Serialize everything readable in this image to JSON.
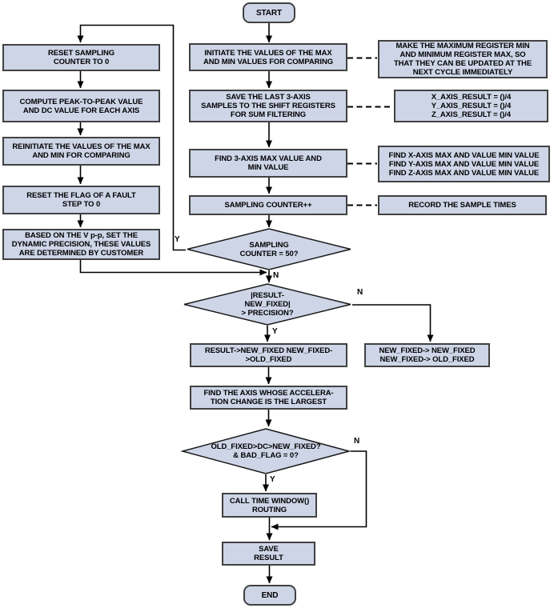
{
  "colors": {
    "node_fill": "#cdd5e7",
    "node_border": "#414141",
    "line": "#000000",
    "background": "#ffffff"
  },
  "nodes": {
    "start": {
      "label": "START"
    },
    "end": {
      "label": "END"
    },
    "init_max_min": {
      "label": "INITIATE THE VALUES OF THE MAX\nAND MIN VALUES FOR COMPARING"
    },
    "save_samples": {
      "label": "SAVE THE LAST 3-AXIS\nSAMPLES TO THE SHIFT REGISTERS\nFOR SUM FILTERING"
    },
    "find_max_min": {
      "label": "FIND 3-AXIS MAX VALUE AND\nMIN VALUE"
    },
    "sampling_counter_inc": {
      "label": "SAMPLING COUNTER++"
    },
    "decision_counter50": {
      "label": "SAMPLING\nCOUNTER = 50?"
    },
    "decision_precision": {
      "label": "|RESULT-\nNEW_FIXED|\n> PRECISION?"
    },
    "result_to_fixed": {
      "label": "RESULT->NEW_FIXED NEW_FIXED-\n>OLD_FIXED"
    },
    "find_axis_largest": {
      "label": "FIND THE AXIS WHOSE ACCELERA-\nTION CHANGE IS THE LARGEST"
    },
    "decision_window": {
      "label": "OLD_FIXED>DC>NEW_FIXED?\n& BAD_FLAG = 0?"
    },
    "call_time_window": {
      "label": "CALL TIME WINDOW()\nROUTING"
    },
    "save_result": {
      "label": "SAVE\nRESULT"
    },
    "reset_counter": {
      "label": "RESET SAMPLING\nCOUNTER TO 0"
    },
    "compute_pp_dc": {
      "label": "COMPUTE PEAK-TO-PEAK VALUE\nAND DC VALUE FOR EACH AXIS"
    },
    "reinit_max_min": {
      "label": "REINITIATE THE VALUES OF THE MAX\nAND MIN FOR COMPARING"
    },
    "reset_fault_flag": {
      "label": "RESET THE FLAG OF A FAULT\nSTEP TO 0"
    },
    "set_dynamic_precision": {
      "label": "BASED ON THE V p-p, SET THE\nDYNAMIC PRECISION, THESE VALUES\nARE DETERMINED BY CUSTOMER"
    },
    "ann_make_max_min": {
      "label": "MAKE THE MAXIMUM REGISTER MIN\nAND MINIMUM REGISTER MAX, SO\nTHAT THEY CAN BE UPDATED AT THE\nNEXT CYCLE IMMEDIATELY"
    },
    "ann_axis_result": {
      "label": "X_AXIS_RESULT = ()/4\nY_AXIS_RESULT = ()/4\nZ_AXIS_RESULT = ()/4"
    },
    "ann_find_axis": {
      "label": "FIND X-AXIS MAX AND VALUE MIN VALUE\nFIND Y-AXIS MAX AND VALUE MIN VALUE\nFIND Z-AXIS MAX AND VALUE MIN VALUE"
    },
    "ann_record_times": {
      "label": "RECORD THE SAMPLE TIMES"
    },
    "ann_new_fixed": {
      "label": "NEW_FIXED-> NEW_FIXED\nNEW_FIXED-> OLD_FIXED"
    }
  },
  "branches": {
    "counter50": {
      "yes": "Y",
      "no": "N"
    },
    "precision": {
      "yes": "Y",
      "no": "N"
    },
    "window": {
      "yes": "Y",
      "no": "N"
    }
  }
}
